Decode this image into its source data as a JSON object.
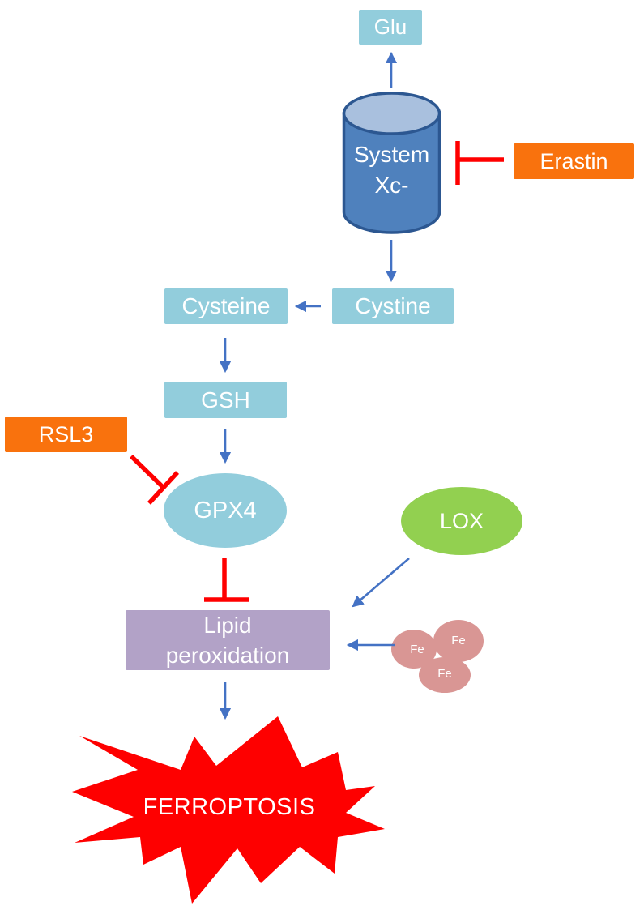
{
  "diagram": {
    "description": "Ferroptosis signaling pathway diagram",
    "colors": {
      "node_aqua": "#92CDDC",
      "cylinder_body": "#4F81BD",
      "cylinder_top": "#A9C0DE",
      "cylinder_border": "#2C5791",
      "inhibitor_orange": "#F9720D",
      "lipid_purple": "#B2A2C7",
      "lox_green": "#92D050",
      "iron_pink": "#D99694",
      "inhibition_red": "#FF0000",
      "starburst_red": "#FE0000",
      "arrow_blue": "#4472C4",
      "node_text": "#FFFFFF"
    },
    "nodes": {
      "glu": {
        "label": "Glu",
        "shape": "rect",
        "fill": "#92CDDC"
      },
      "system_xc": {
        "label_lines": [
          "System",
          "Xc-"
        ],
        "shape": "cylinder",
        "fill": "#4F81BD"
      },
      "erastin": {
        "label": "Erastin",
        "shape": "rect",
        "fill": "#F9720D",
        "role": "inhibitor"
      },
      "cystine": {
        "label": "Cystine",
        "shape": "rect",
        "fill": "#92CDDC"
      },
      "cysteine": {
        "label": "Cysteine",
        "shape": "rect",
        "fill": "#92CDDC"
      },
      "gsh": {
        "label": "GSH",
        "shape": "rect",
        "fill": "#92CDDC"
      },
      "rsl3": {
        "label": "RSL3",
        "shape": "rect",
        "fill": "#F9720D",
        "role": "inhibitor"
      },
      "gpx4": {
        "label": "GPX4",
        "shape": "ellipse",
        "fill": "#92CDDC"
      },
      "lox": {
        "label": "LOX",
        "shape": "ellipse",
        "fill": "#92D050"
      },
      "iron": {
        "labels": [
          "Fe",
          "Fe",
          "Fe"
        ],
        "shape": "circle-cluster",
        "fill": "#D99694"
      },
      "lipid_peroxidation": {
        "label_lines": [
          "Lipid",
          "peroxidation"
        ],
        "shape": "rect",
        "fill": "#B2A2C7"
      },
      "ferroptosis": {
        "label": "FERROPTOSIS",
        "shape": "starburst",
        "fill": "#FE0000"
      }
    },
    "edges": [
      {
        "from": "System Xc-",
        "to": "Glu",
        "type": "arrow"
      },
      {
        "from": "Erastin",
        "to": "System Xc-",
        "type": "inhibition"
      },
      {
        "from": "System Xc-",
        "to": "Cystine",
        "type": "arrow"
      },
      {
        "from": "Cystine",
        "to": "Cysteine",
        "type": "arrow"
      },
      {
        "from": "Cysteine",
        "to": "GSH",
        "type": "arrow"
      },
      {
        "from": "GSH",
        "to": "GPX4",
        "type": "arrow"
      },
      {
        "from": "RSL3",
        "to": "GPX4",
        "type": "inhibition"
      },
      {
        "from": "GPX4",
        "to": "Lipid peroxidation",
        "type": "inhibition"
      },
      {
        "from": "LOX",
        "to": "Lipid peroxidation",
        "type": "arrow"
      },
      {
        "from": "Fe",
        "to": "Lipid peroxidation",
        "type": "arrow"
      },
      {
        "from": "Lipid peroxidation",
        "to": "FERROPTOSIS",
        "type": "arrow"
      }
    ]
  }
}
